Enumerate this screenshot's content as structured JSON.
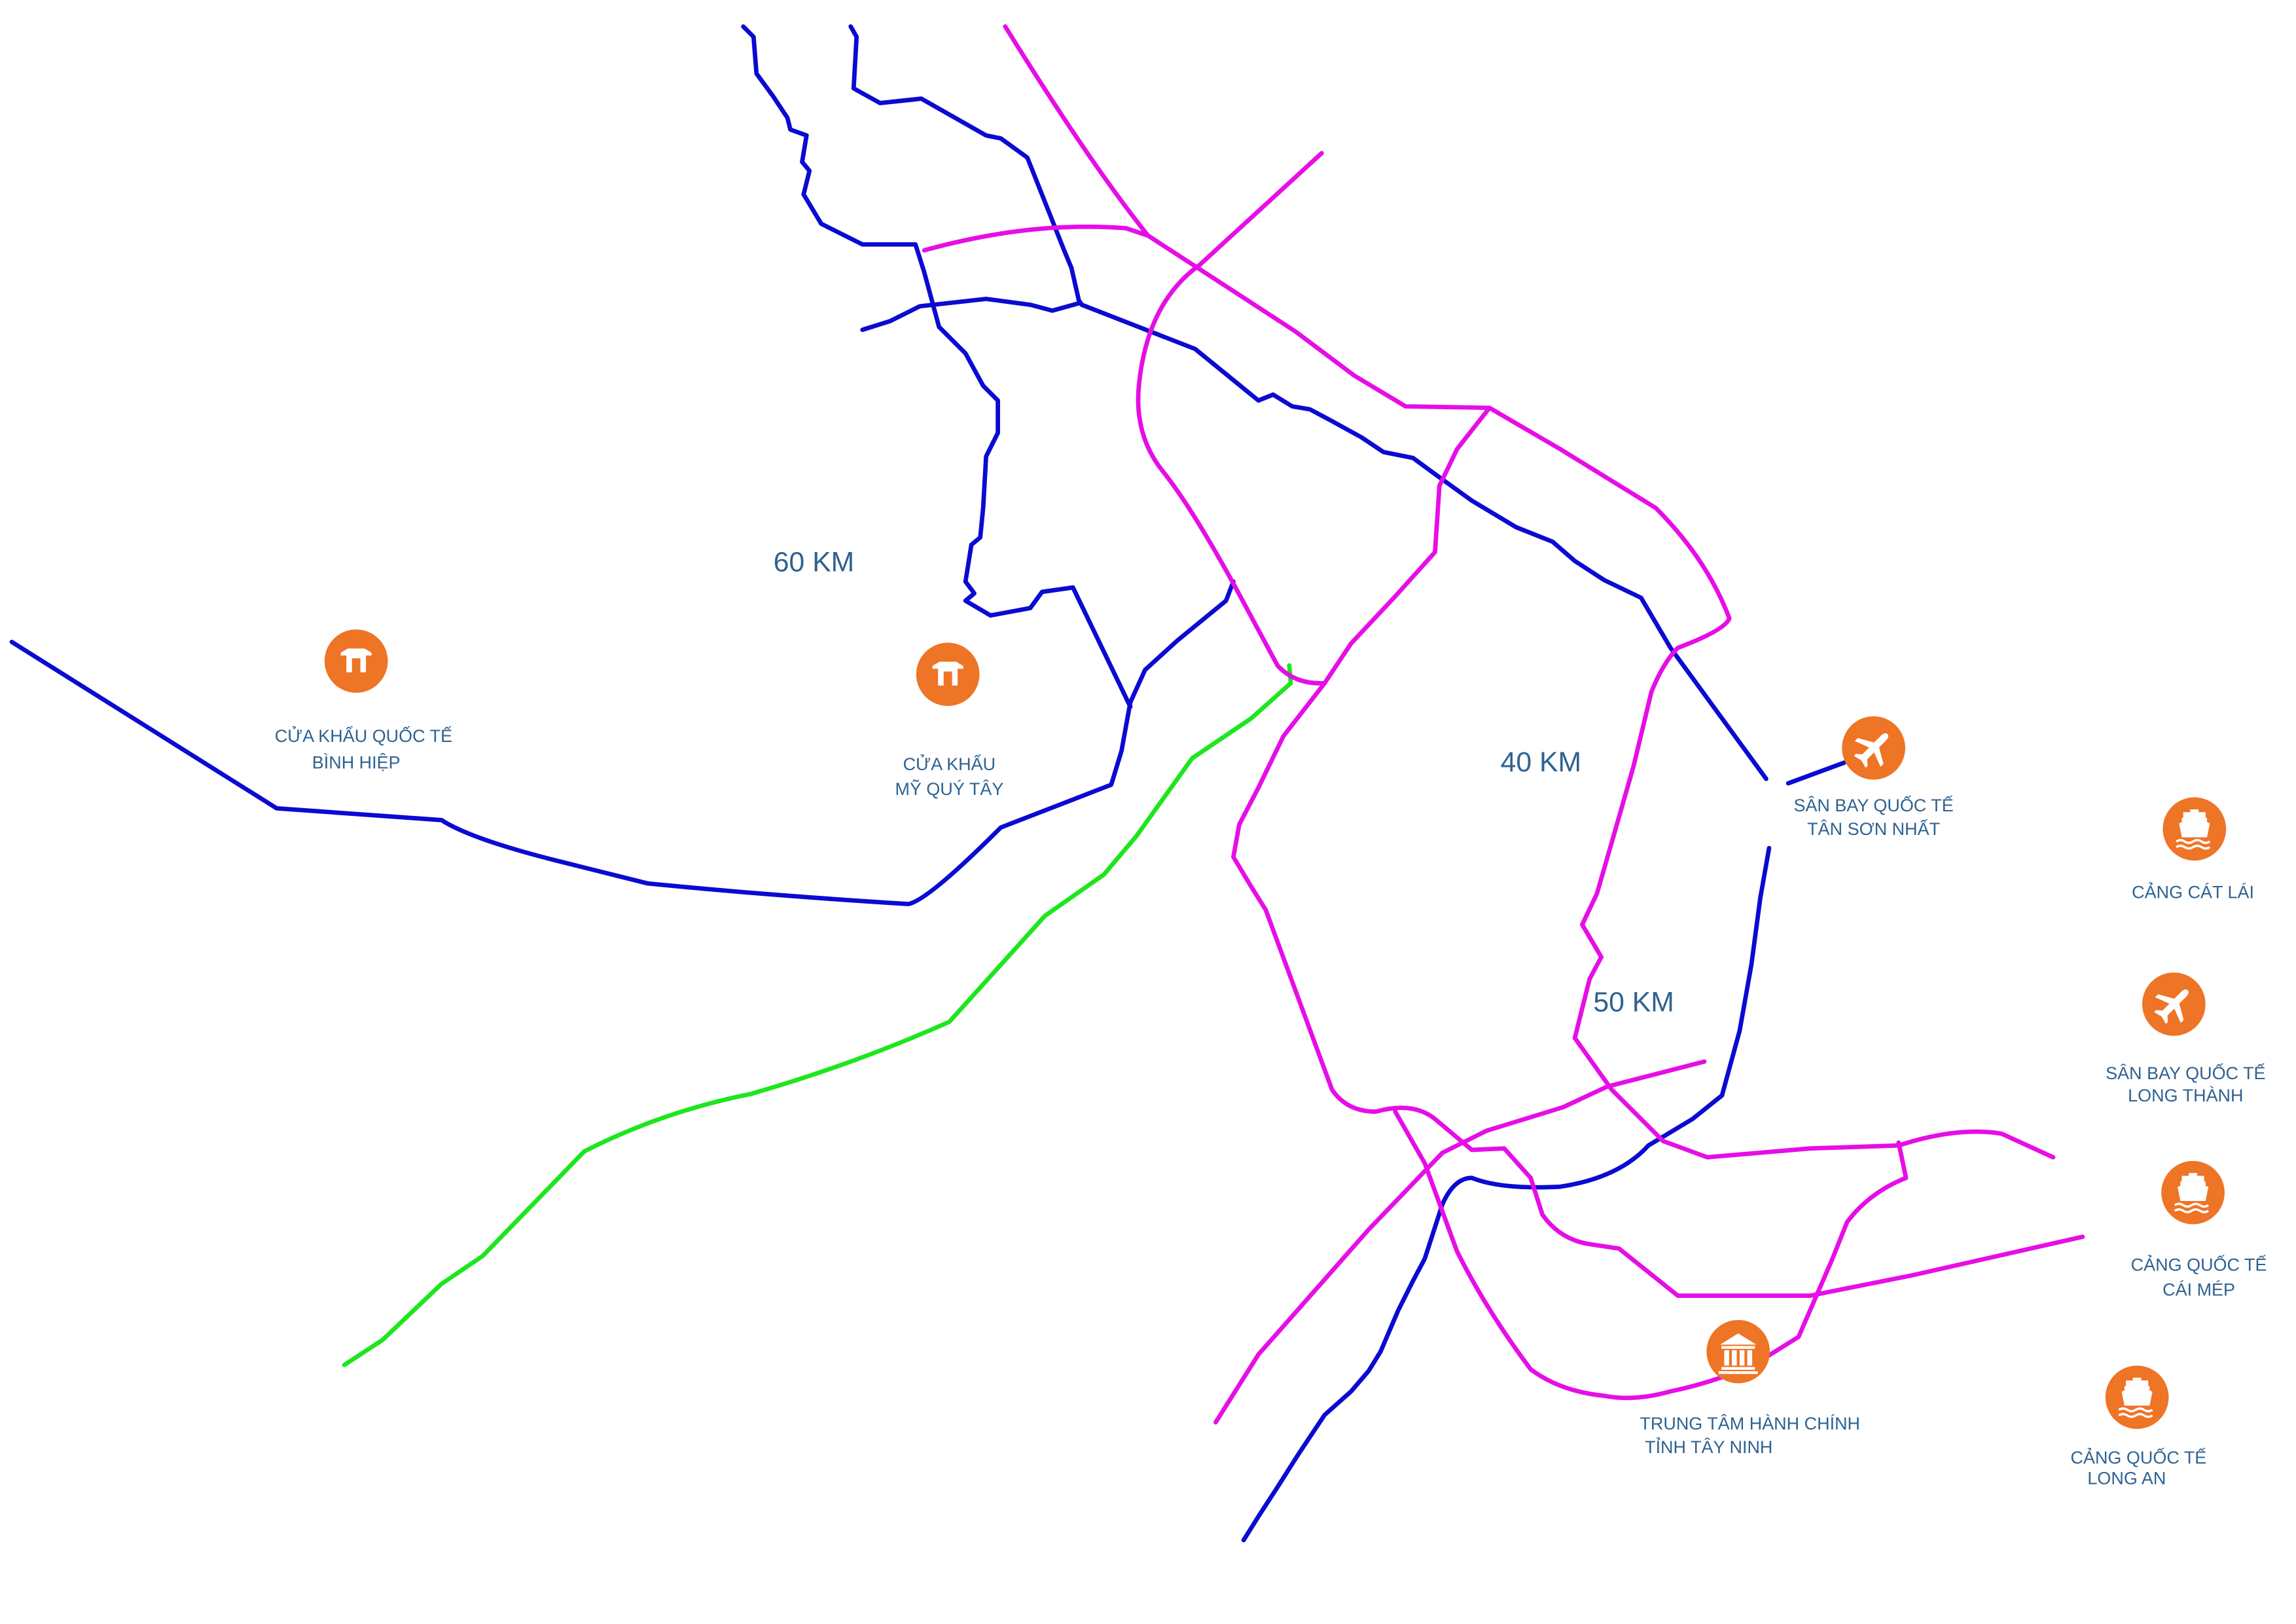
{
  "colors": {
    "highway_blue": "#0a0ad2",
    "ring_magenta": "#e60ee6",
    "green_route": "#1ee61e",
    "marker_orange": "#ee7426",
    "label_blue": "#2e6290"
  },
  "distance_labels": [
    "60 KM",
    "40 KM",
    "50 KM"
  ],
  "places": [
    {
      "icon": "gate-icon",
      "lines": [
        "CỬA KHẨU QUỐC TẾ",
        "BÌNH HIỆP"
      ]
    },
    {
      "icon": "gate-icon",
      "lines": [
        "CỬA KHẨU",
        "MỸ QUÝ TÂY"
      ]
    },
    {
      "icon": "airplane-icon",
      "lines": [
        "SÂN BAY QUỐC TẾ",
        "TÂN SƠN NHẤT"
      ]
    },
    {
      "icon": "ship-icon",
      "lines": [
        "CẢNG CÁT LÁI"
      ]
    },
    {
      "icon": "airplane-icon",
      "lines": [
        "SÂN BAY QUỐC TẾ",
        "LONG THÀNH"
      ]
    },
    {
      "icon": "ship-icon",
      "lines": [
        "CẢNG QUỐC TẾ",
        "CÁI MÉP"
      ]
    },
    {
      "icon": "government-building-icon",
      "lines": [
        "TRUNG TÂM HÀNH CHÍNH",
        "TỈNH TÂY NINH"
      ]
    },
    {
      "icon": "ship-icon",
      "lines": [
        "CẢNG QUỐC TẾ",
        "LONG AN"
      ]
    }
  ]
}
